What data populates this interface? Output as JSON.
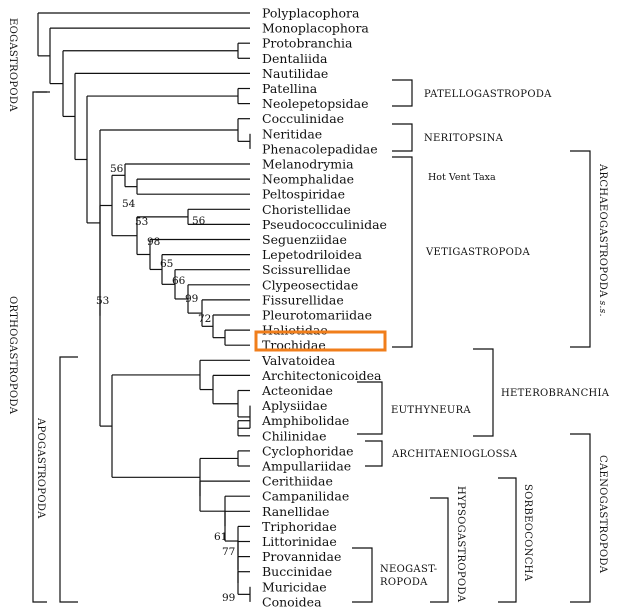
{
  "taxa": [
    "Polyplacophora",
    "Monoplacophora",
    "Protobranchia",
    "Dentaliida",
    "Nautilidae",
    "Patellina",
    "Neolepetopsidae",
    "Cocculinidae",
    "Neritidae",
    "Phenacolepadidae",
    "Melanodrymia",
    "Neomphalidae",
    "Peltospiridae",
    "Choristellidae",
    "Pseudococculinidae",
    "Seguenziidae",
    "Lepetodriloidea",
    "Scissurellidae",
    "Clypeosectidae",
    "Fissurellidae",
    "Pleurotomariidae",
    "Haliotidae",
    "Trochidae",
    "Valvatoidea",
    "Architectonicoidea",
    "Acteonidae",
    "Aplysiidae",
    "Amphibolidae",
    "Chilinidae",
    "Cyclophoridae",
    "Ampullariidae",
    "Cerithiidae",
    "Campanilidae",
    "Ranellidae",
    "Triphoridae",
    "Littorinidae",
    "Provannidae",
    "Buccinidae",
    "Muricidae",
    "Conoidea"
  ],
  "highlighted_taxon": "Trochidae",
  "highlight_color": "#f07e1b",
  "groups": {
    "patellogastropoda": "PATELLOGASTROPODA",
    "neritopsina": "NERITOPSINA",
    "hot_vent": "Hot Vent Taxa",
    "vetigastropoda": "VETIGASTROPODA",
    "heterobranchia": "HETEROBRANCHIA",
    "euthyneura": "EUTHYNEURA",
    "architaenioglossa": "ARCHITAENIOGLOSSA",
    "neogastropoda_1": "NEOGAST-",
    "neogastropoda_2": "ROPODA"
  },
  "vertical_labels": {
    "eogastropoda": "EOGASTROPODA",
    "orthogastropoda": "ORTHOGASTROPODA",
    "apogastropoda": "APOGASTROPODA",
    "archaeogastropoda": "ARCHAEOGASTROPODA",
    "archaeogastropoda_suffix": "s.s.",
    "caenogastropoda": "CAENOGASTROPODA",
    "hypsogastropoda": "HYPSOGASTROPODA",
    "sorbeoconcha": "SORBEOCONCHA"
  },
  "bootstrap": {
    "b56a": "56",
    "b54": "54",
    "b53a": "53",
    "b56b": "56",
    "b98": "98",
    "b65": "65",
    "b66": "66",
    "b99a": "99",
    "b72": "72",
    "b53b": "53",
    "b61": "61",
    "b77": "77",
    "b99b": "99"
  }
}
